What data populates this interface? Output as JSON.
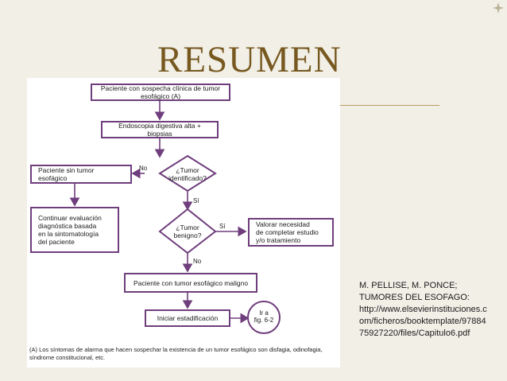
{
  "title": "RESUMEN",
  "flowchart": {
    "start": "Paciente con sospecha clínica de tumor esofágico (A)",
    "step_endoscopy": "Endoscopia digestiva alta + biopsias",
    "decision_tumor": [
      "¿Tumor",
      "identificado?"
    ],
    "no_tumor": "Paciente sin tumor esofágico",
    "continue_eval": [
      "Continuar evaluación",
      "diagnóstica basada",
      "en la sintomatología",
      "del paciente"
    ],
    "decision_benign": [
      "¿Tumor",
      "benigno?"
    ],
    "assess": [
      "Valorar necesidad",
      "de completar estudio",
      "y/o tratamiento"
    ],
    "malignant": "Paciente con tumor esofágico maligno",
    "staging": "Iniciar estadificación",
    "goto": [
      "Ir a",
      "fig. 6-2"
    ],
    "labels": {
      "no": "No",
      "yes": "Sí"
    },
    "footnote": "(A) Los síntomas de alarma que hacen sospechar la existencia de un tumor esofágico son disfagia, odinofagia, síndrome constitucional, etc."
  },
  "citation": [
    "M. PELLISE, M. PONCE;",
    "TUMORES DEL ESOFAGO:",
    "http://www.elsevierinstituciones.c",
    "om/ficheros/booktemplate/97884",
    "75927220/files/Capitulo6.pdf"
  ],
  "colors": {
    "title": "#775920",
    "accent": "#6f3e7c",
    "background": "#f1efe6"
  }
}
